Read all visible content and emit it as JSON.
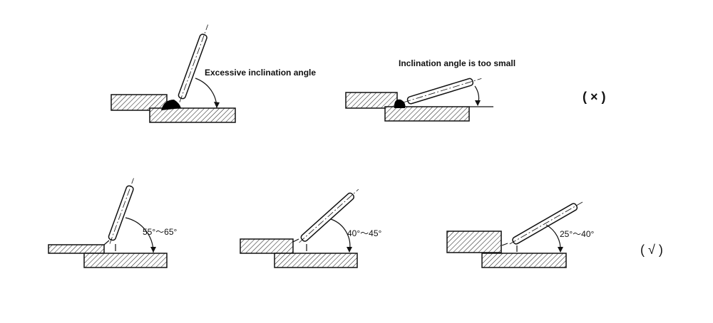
{
  "labels": {
    "excessive": "Excessive inclination angle",
    "too_small": "Inclination angle is too small",
    "wrong_mark": "( × )",
    "right_mark": "( √ )"
  },
  "angles": {
    "a1": "55°～65°",
    "a2": "40°～45°",
    "a3": "25°～40°"
  }
}
